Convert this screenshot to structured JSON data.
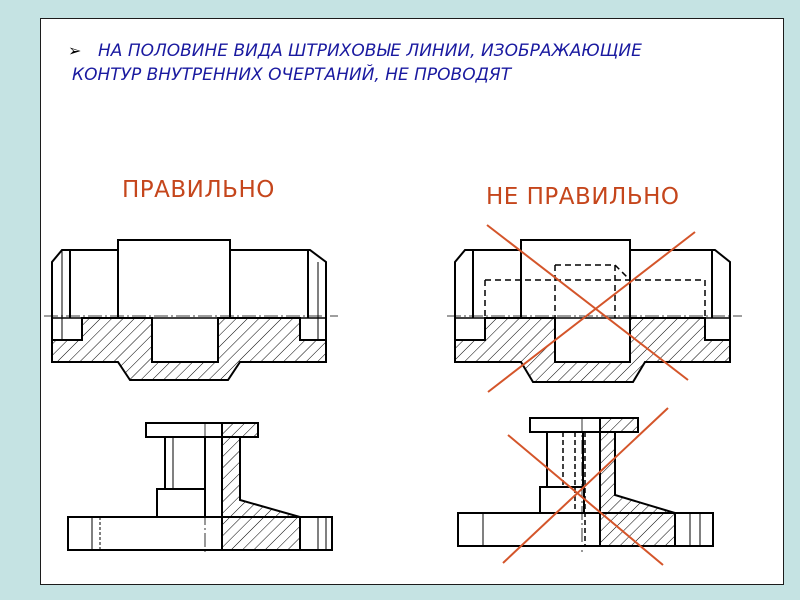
{
  "slide": {
    "bullet_marker": "➢",
    "bullet_text": "НА ПОЛОВИНЕ ВИДА ШТРИХОВЫЕ ЛИНИИ, ИЗОБРАЖАЮЩИЕ КОНТУР ВНУТРЕННИХ ОЧЕРТАНИЙ, НЕ ПРОВОДЯТ",
    "label_correct": "ПРАВИЛЬНО",
    "label_incorrect": "НЕ ПРАВИЛЬНО"
  },
  "colors": {
    "background": "#c5e3e3",
    "bullet_text": "#1a1aa0",
    "labels": "#c5461c",
    "cross_lines": "#d4552a",
    "drawing": "#000000"
  }
}
